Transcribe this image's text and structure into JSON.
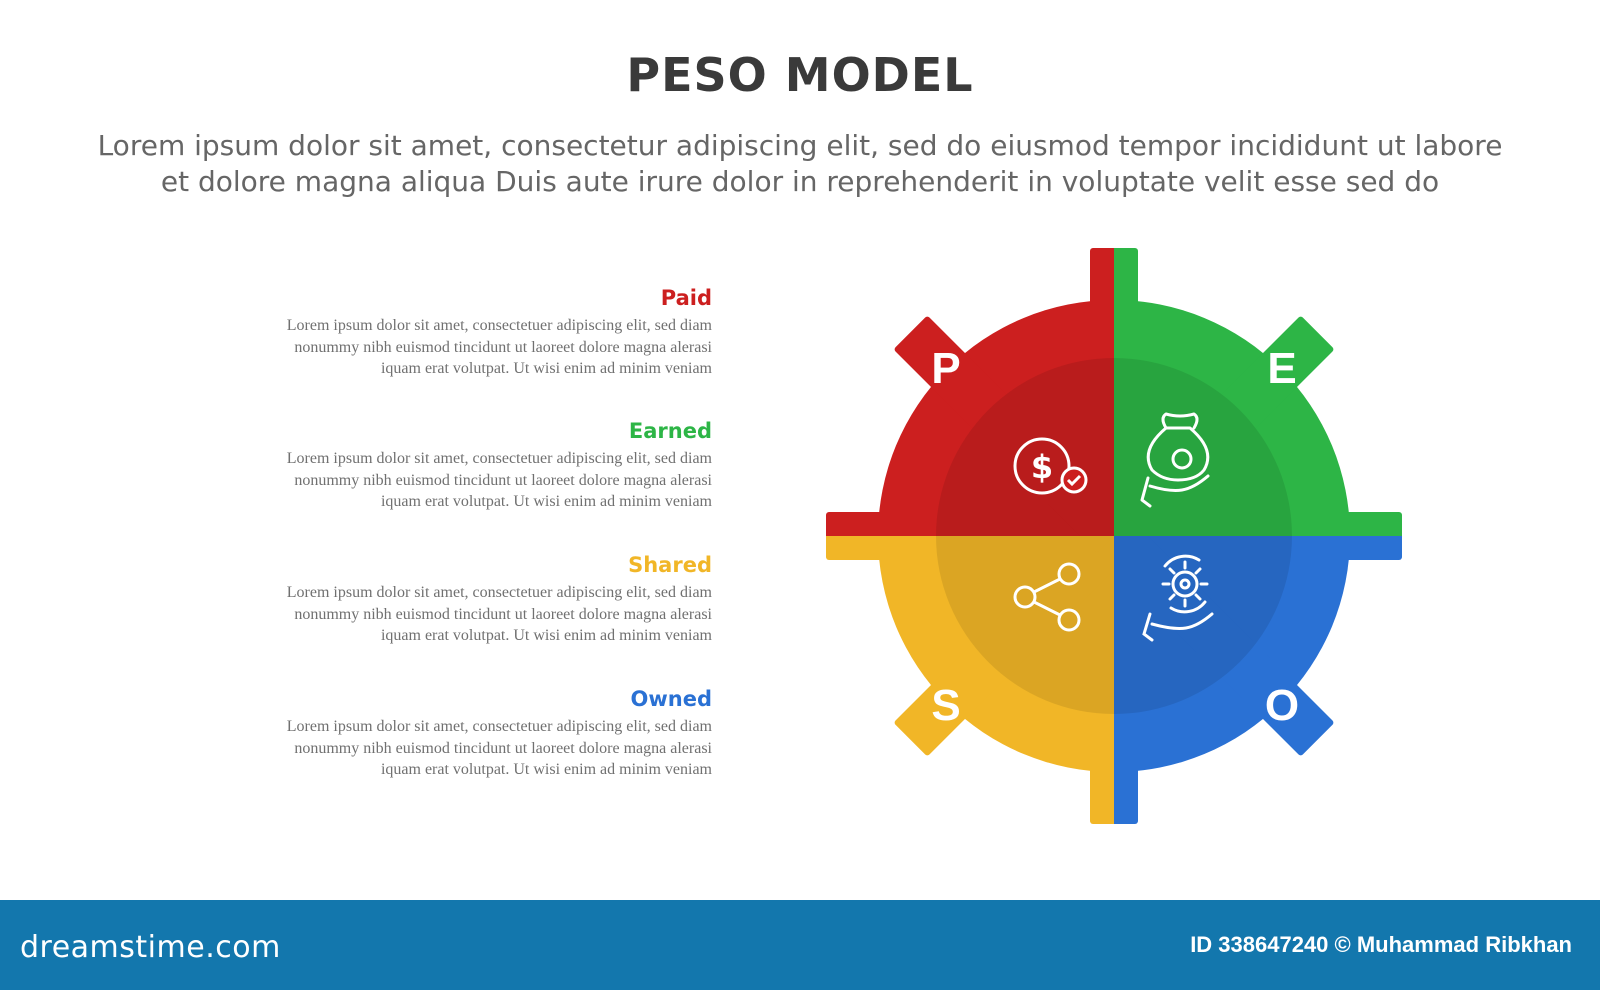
{
  "header": {
    "title": "PESO MODEL",
    "subtitle_lines": [
      "Lorem ipsum dolor sit amet, consectetur adipiscing elit, sed do eiusmod tempor incididunt ut labore",
      "et dolore magna aliqua Duis aute irure dolor in reprehenderit in voluptate velit esse sed do"
    ]
  },
  "items": [
    {
      "label": "Paid",
      "letter": "P",
      "color": "#cc1f1f",
      "icon": "dollar-check-icon",
      "text_lines": [
        "Lorem ipsum dolor sit amet, consectetuer adipiscing elit, sed diam",
        "nonummy nibh euismod tincidunt ut laoreet dolore magna alerasi",
        "iquam erat volutpat. Ut wisi enim ad minim veniam"
      ]
    },
    {
      "label": "Earned",
      "letter": "E",
      "color": "#2db546",
      "icon": "money-bag-hand-icon",
      "text_lines": [
        "Lorem ipsum dolor sit amet, consectetuer adipiscing elit, sed diam",
        "nonummy nibh euismod tincidunt ut laoreet dolore magna alerasi",
        "iquam erat volutpat. Ut wisi enim ad minim veniam"
      ]
    },
    {
      "label": "Shared",
      "letter": "S",
      "color": "#f1b627",
      "icon": "share-icon",
      "text_lines": [
        "Lorem ipsum dolor sit amet, consectetuer adipiscing elit, sed diam",
        "nonummy nibh euismod tincidunt ut laoreet dolore magna alerasi",
        "iquam erat volutpat. Ut wisi enim ad minim veniam"
      ]
    },
    {
      "label": "Owned",
      "letter": "O",
      "color": "#2a71d4",
      "icon": "gear-hand-icon",
      "text_lines": [
        "Lorem ipsum dolor sit amet, consectetuer adipiscing elit, sed diam",
        "nonummy nibh euismod tincidunt ut laoreet dolore magna alerasi",
        "iquam erat volutpat. Ut wisi enim ad minim veniam"
      ]
    }
  ],
  "footer": {
    "logo": "dreamstime.com",
    "credit": "ID 338647240 © Muhammad Ribkhan"
  }
}
